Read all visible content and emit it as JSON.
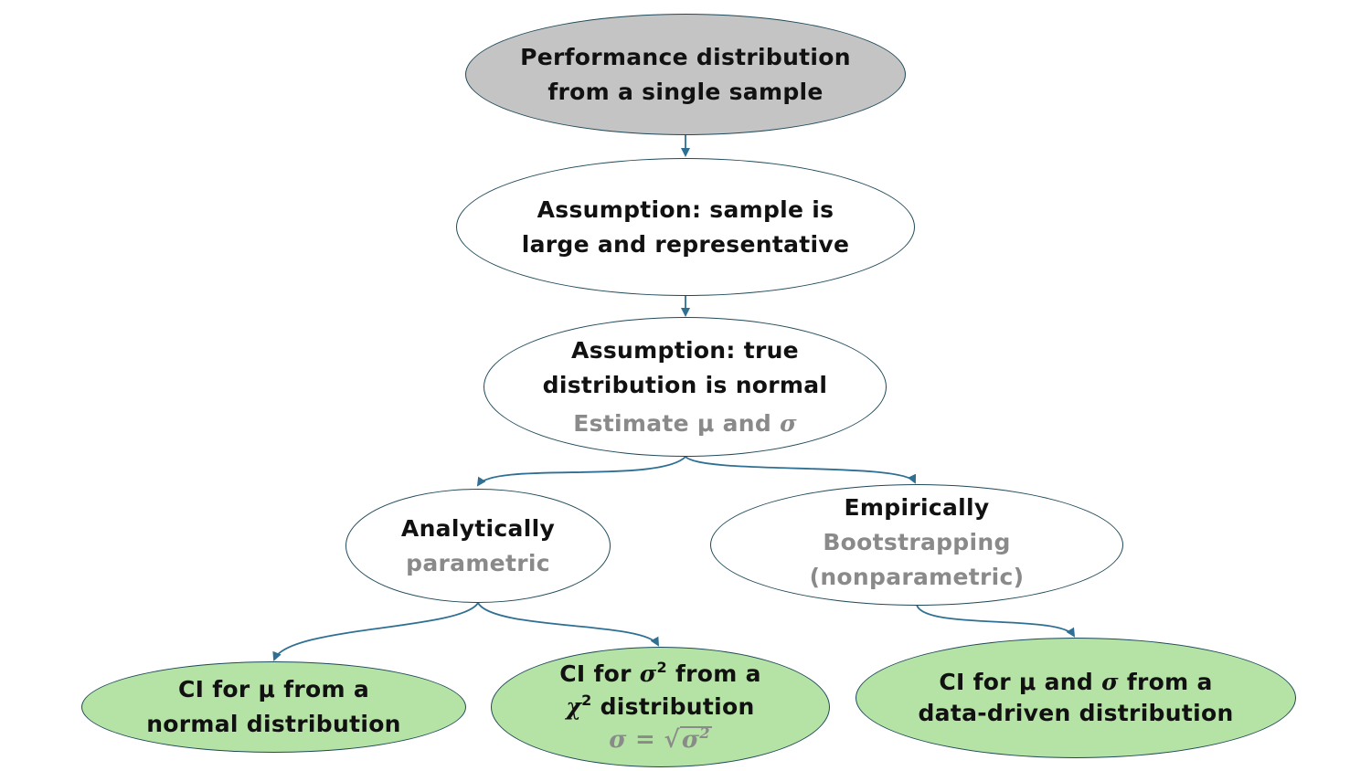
{
  "colors": {
    "root_fill": "#c4c4c4",
    "plain_fill": "#ffffff",
    "leaf_fill": "#b5e2a5",
    "border": "#1f4a5a",
    "arrow": "#2e6f93",
    "secondary_text": "#8a8a8a"
  },
  "nodes": {
    "root": {
      "line1": "Performance distribution",
      "line2": "from a single sample"
    },
    "assumption_sample": {
      "line1": "Assumption: sample is",
      "line2": "large and representative"
    },
    "assumption_normal": {
      "line1": "Assumption: true",
      "line2": "distribution is normal",
      "sub_prefix": "Estimate μ and ",
      "sub_symbol": "σ"
    },
    "analytically": {
      "title": "Analytically",
      "sub": "parametric"
    },
    "empirically": {
      "title": "Empirically",
      "sub1": "Bootstrapping",
      "sub2": "(nonparametric)"
    },
    "ci_mu": {
      "line1": "CI for μ from a",
      "line2": "normal distribution"
    },
    "ci_sigma": {
      "pre": "CI for ",
      "symbol": "σ",
      "exp": "2",
      "post": " from a",
      "chi": "χ",
      "chi_exp": "2",
      "chi_post": " distribution",
      "formula_lhs": "σ = ",
      "formula_rad": "σ",
      "formula_exp": "2"
    },
    "ci_both": {
      "pre": "CI for μ and ",
      "symbol": "σ",
      "post": " from a",
      "line2": "data-driven distribution"
    }
  }
}
